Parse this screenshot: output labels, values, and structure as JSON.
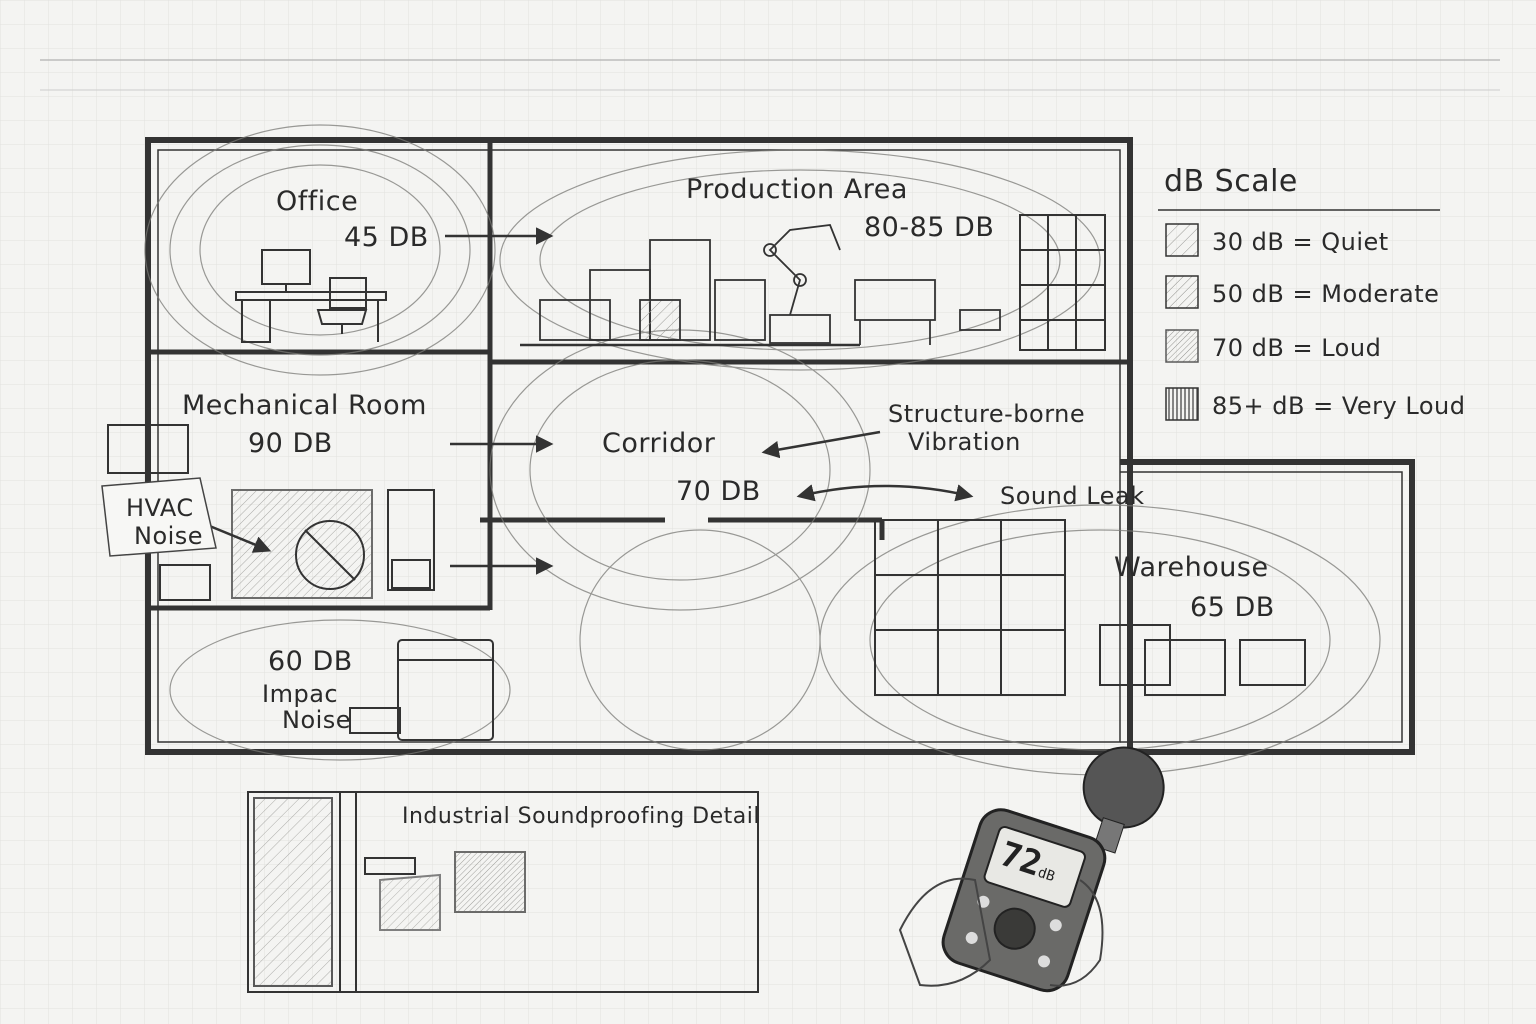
{
  "rooms": {
    "office": {
      "name": "Office",
      "db": "45 DB"
    },
    "production": {
      "name": "Production Area",
      "db": "80-85 DB"
    },
    "mechanical": {
      "name": "Mechanical Room",
      "db": "90 DB"
    },
    "corridor": {
      "name": "Corridor",
      "db": "70 DB"
    },
    "warehouse": {
      "name": "Warehouse",
      "db": "65 DB"
    },
    "lower_left": {
      "db": "60 DB",
      "note_line1": "Impac",
      "note_line2": "Noise"
    }
  },
  "annotations": {
    "hvac_line1": "HVAC",
    "hvac_line2": "Noise",
    "vibration_line1": "Structure-borne",
    "vibration_line2": "Vibration",
    "sound_leak": "Sound Leak"
  },
  "legend": {
    "title": "dB Scale",
    "items": [
      {
        "label": "30 dB = Quiet"
      },
      {
        "label": "50 dB = Moderate"
      },
      {
        "label": "70 dB = Loud"
      },
      {
        "label": "85+ dB = Very Loud"
      }
    ]
  },
  "detail": {
    "title": "Industrial Soundproofing Detail"
  },
  "meter": {
    "value": "72",
    "unit": "dB"
  },
  "colors": {
    "ink": "#2b2b2b",
    "paper": "#f4f4f2",
    "grid": "#d6d6d2"
  }
}
